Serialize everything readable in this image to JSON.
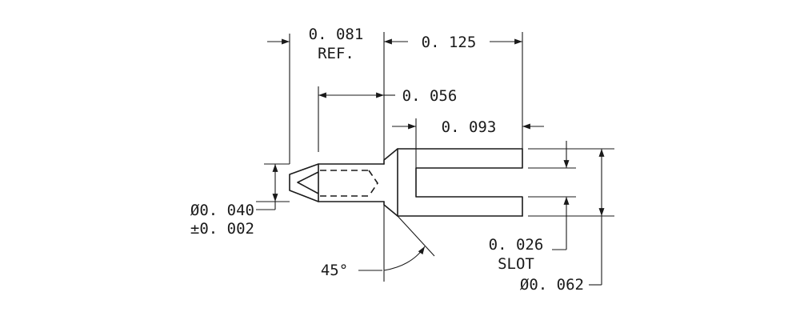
{
  "dimensions": {
    "ref_length": "0. 081",
    "ref_label": "REF.",
    "fork_length": "0. 125",
    "body_length": "0. 056",
    "slot_depth": "0. 093",
    "pin_diameter": "Ø0. 040",
    "pin_tolerance": "±0. 002",
    "chamfer_angle": "45°",
    "slot_width": "0. 026",
    "slot_label": "SLOT",
    "head_diameter": "Ø0. 062"
  }
}
